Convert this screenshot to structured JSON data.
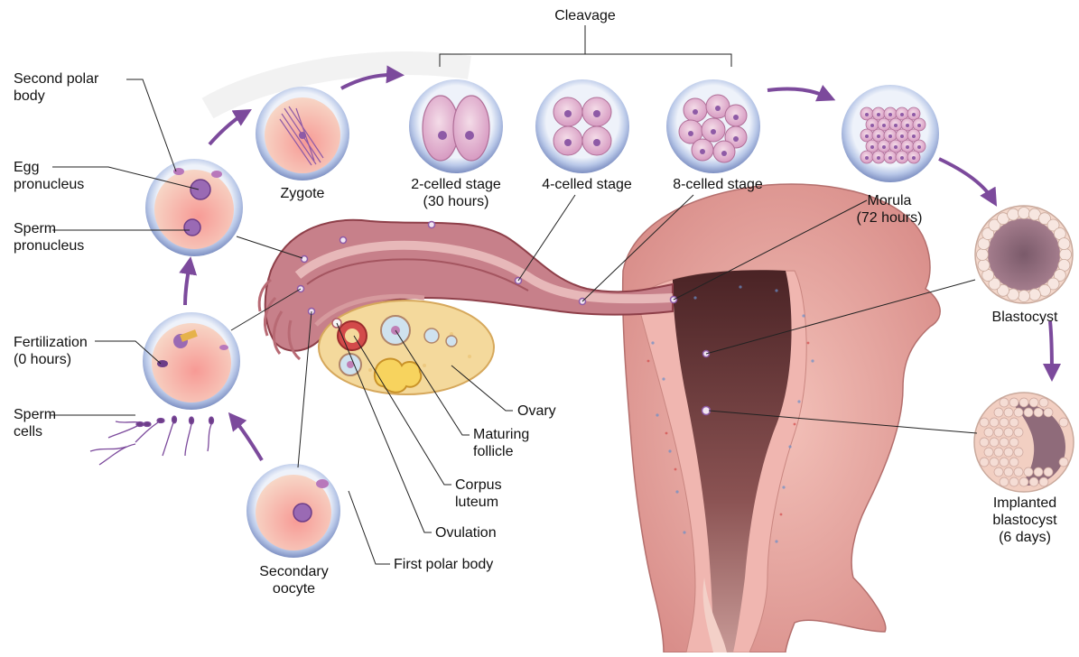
{
  "labels": {
    "cleavage": "Cleavage",
    "second_polar_body": "Second polar\nbody",
    "egg_pronucleus": "Egg\npronucleus",
    "sperm_pronucleus": "Sperm\npronucleus",
    "fertilization": "Fertilization\n(0 hours)",
    "sperm_cells": "Sperm\ncells",
    "zygote": "Zygote",
    "two_celled": "2-celled stage\n(30 hours)",
    "four_celled": "4-celled stage",
    "eight_celled": "8-celled stage",
    "morula": "Morula\n(72 hours)",
    "blastocyst": "Blastocyst",
    "implanted_blastocyst": "Implanted\nblastocyst\n(6 days)",
    "ovary": "Ovary",
    "maturing_follicle": "Maturing\nfollicle",
    "corpus_luteum": "Corpus\nluteum",
    "ovulation": "Ovulation",
    "first_polar_body": "First polar body",
    "secondary_oocyte": "Secondary\noocyte"
  },
  "colors": {
    "tube": "#c97f86",
    "tube_dark": "#8e3f49",
    "uterus_wall": "#e7a9a6",
    "uterus_cavity": "#5a2d2e",
    "cell_halo": "#c9d6ee",
    "cell_body": "#f4b9a8",
    "nucleus": "#8e5aa6",
    "arrow": "#7c4a9c",
    "ovary": "#f1d592"
  }
}
